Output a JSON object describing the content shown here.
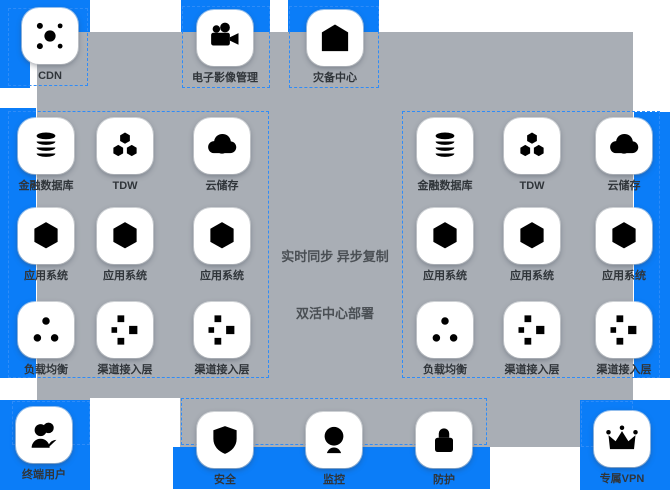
{
  "colors": {
    "accent_blue": "#0b7df8",
    "icon_blue": "#107bf7",
    "panel_gray": "#a9aeb5",
    "dashed_border": "#2f8cf8",
    "label_text": "#30353a",
    "center_text": "#4a4f54"
  },
  "center": {
    "sync": "实时同步 异步复制",
    "deploy": "双活中心部署"
  },
  "nodes": {
    "top": [
      {
        "label": "CDN",
        "icon": "cdn-network"
      },
      {
        "label": "电子影像管理",
        "icon": "video-camera"
      },
      {
        "label": "灾备中心",
        "icon": "disaster-house"
      }
    ],
    "left": [
      {
        "label": "金融数据库",
        "icon": "database"
      },
      {
        "label": "TDW",
        "icon": "tdw-hexagons"
      },
      {
        "label": "云储存",
        "icon": "cloud-download"
      },
      {
        "label": "应用系统",
        "icon": "app-cube"
      },
      {
        "label": "应用系统",
        "icon": "app-cube"
      },
      {
        "label": "应用系统",
        "icon": "app-cube"
      },
      {
        "label": "负载均衡",
        "icon": "load-balancer"
      },
      {
        "label": "渠道接入层",
        "icon": "channel-tree"
      },
      {
        "label": "渠道接入层",
        "icon": "channel-tree"
      }
    ],
    "right": [
      {
        "label": "金融数据库",
        "icon": "database"
      },
      {
        "label": "TDW",
        "icon": "tdw-hexagons"
      },
      {
        "label": "云储存",
        "icon": "cloud-download"
      },
      {
        "label": "应用系统",
        "icon": "app-cube"
      },
      {
        "label": "应用系统",
        "icon": "app-cube"
      },
      {
        "label": "应用系统",
        "icon": "app-cube"
      },
      {
        "label": "负载均衡",
        "icon": "load-balancer"
      },
      {
        "label": "渠道接入层",
        "icon": "channel-tree"
      },
      {
        "label": "渠道接入层",
        "icon": "channel-tree"
      }
    ],
    "bottom": [
      {
        "label": "终端用户",
        "icon": "users"
      },
      {
        "label": "安全",
        "icon": "shield-check"
      },
      {
        "label": "监控",
        "icon": "webcam"
      },
      {
        "label": "防护",
        "icon": "lock"
      },
      {
        "label": "专属VPN",
        "icon": "crown"
      }
    ]
  }
}
